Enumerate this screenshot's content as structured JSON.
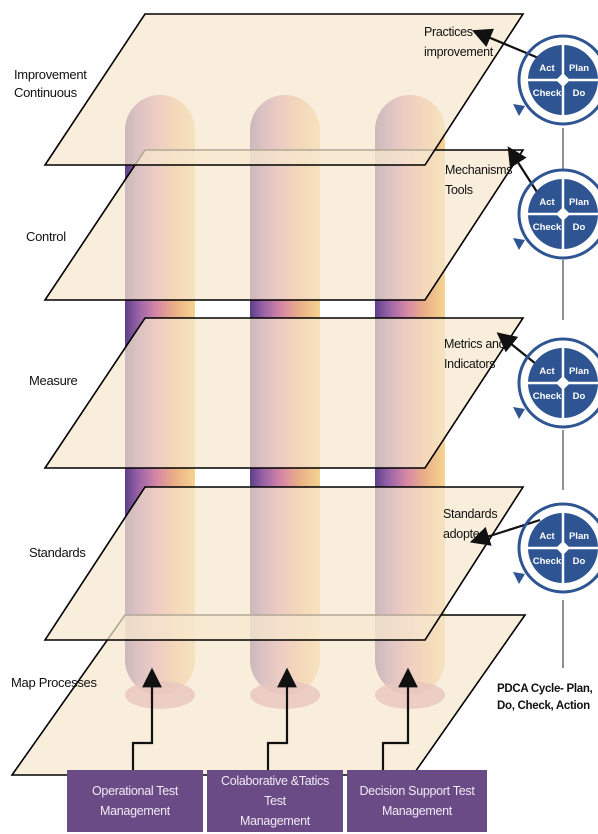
{
  "levels": [
    {
      "label_line1": "Improvement",
      "label_line2": "Continuous"
    },
    {
      "label_line1": "Control"
    },
    {
      "label_line1": "Measure"
    },
    {
      "label_line1": "Standards"
    },
    {
      "label_line1": "Map Processes"
    }
  ],
  "callouts": [
    {
      "line1": "Practices",
      "line2": "improvement"
    },
    {
      "line1": "Mechanisms",
      "line2": "Tools"
    },
    {
      "line1": "Metrics and",
      "line2": "Indicators"
    },
    {
      "line1": "Standards",
      "line2": "adopted"
    }
  ],
  "pdca": {
    "quadrants": {
      "act": "Act",
      "plan": "Plan",
      "check": "Check",
      "do": "Do"
    },
    "cycle_label": "PDCA Cycle- Plan, Do, Check, Action"
  },
  "management_boxes": [
    {
      "line1": "Operational  Test",
      "line2": "Management"
    },
    {
      "line1": "Colaborative &Tatics Test",
      "line2": "Management"
    },
    {
      "line1": "Decision Support Test",
      "line2": "Management"
    }
  ],
  "colors": {
    "plane_fill": "#f6e7cf",
    "pdca_blue": "#2e5592",
    "box_purple": "#6b4b86"
  }
}
